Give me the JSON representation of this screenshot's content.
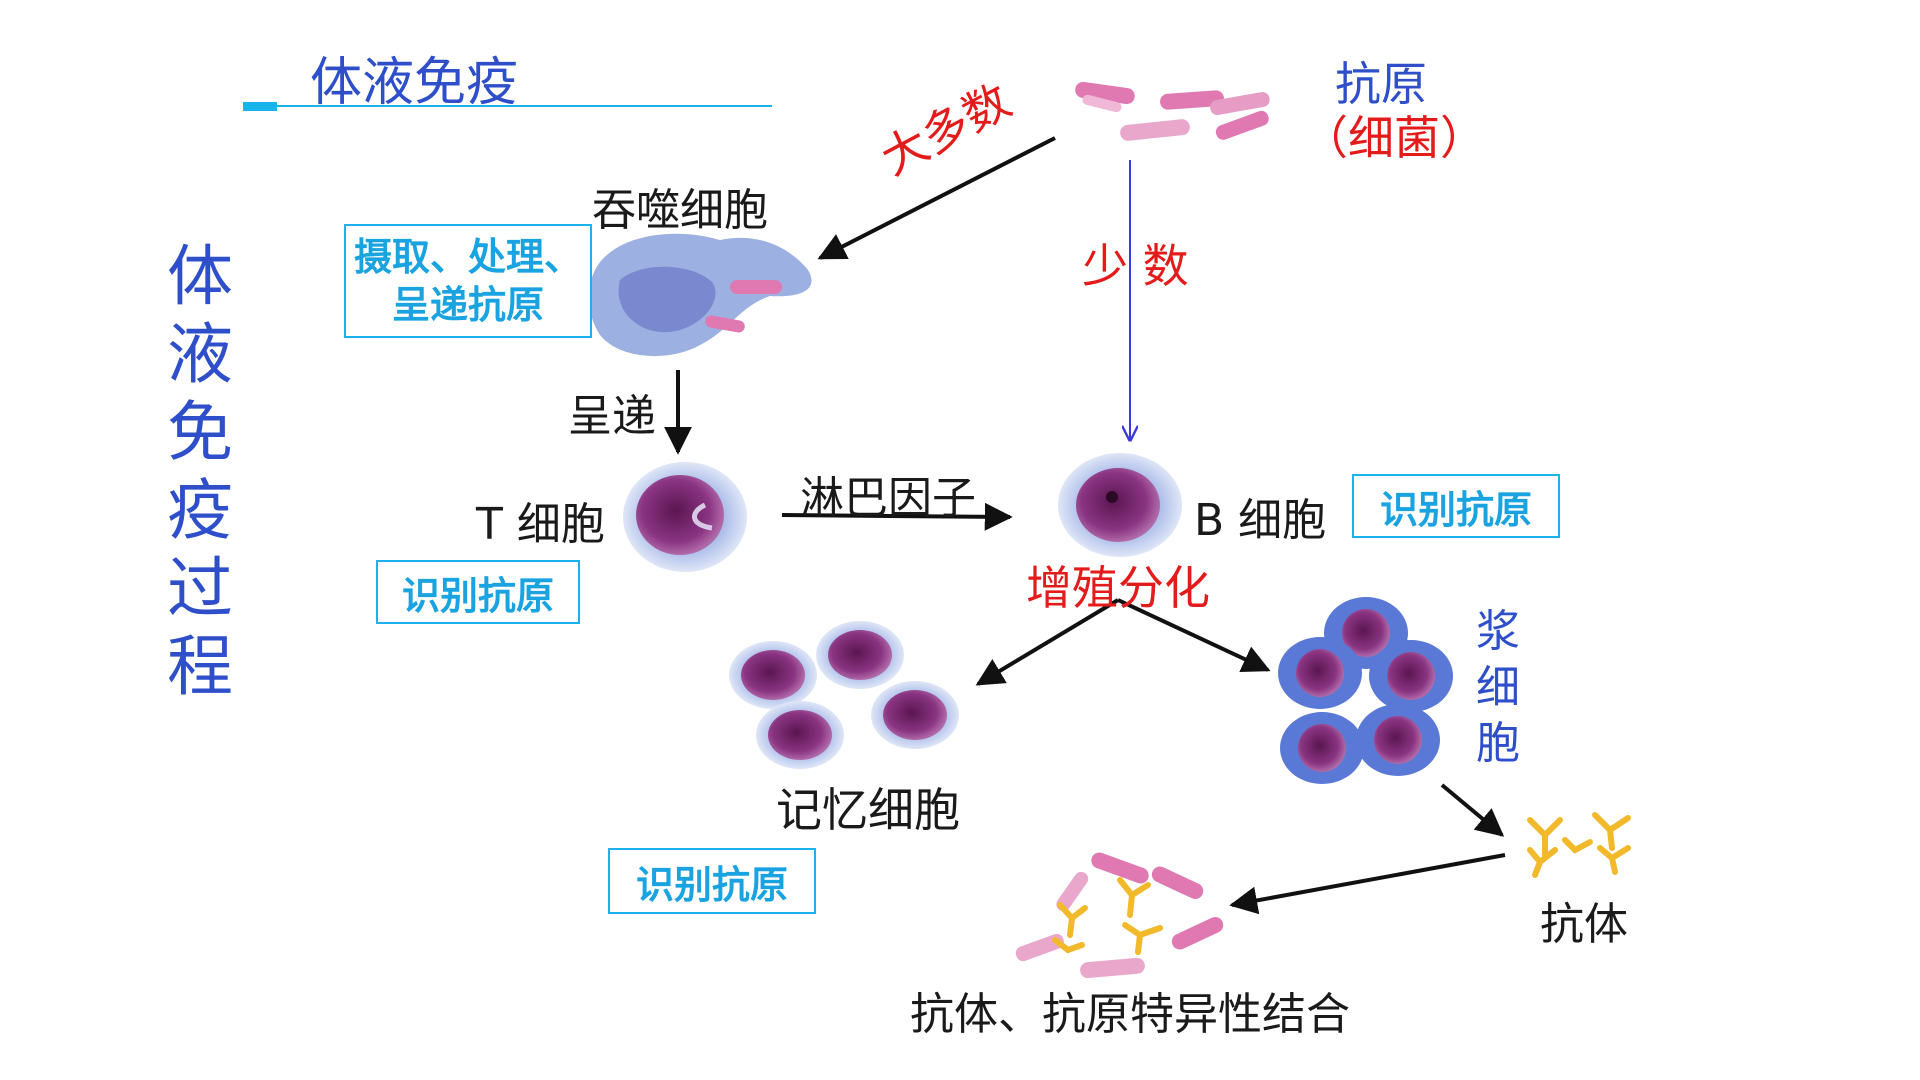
{
  "title": "体液免疫",
  "vertical_title": "体液免疫过程",
  "antigen": {
    "label": "抗原",
    "sub": "（细菌）"
  },
  "majority": "大多数",
  "minority": "少 数",
  "phagocyte": "吞噬细胞",
  "box_process": "摄取、处理、呈递抗原",
  "present": "呈递",
  "t_cell": "T 细胞",
  "lymphokine": "淋巴因子",
  "b_cell": "B 细胞",
  "box_recognize_b": "识别抗原",
  "box_recognize_t": "识别抗原",
  "box_recognize_memory": "识别抗原",
  "proliferate": "增殖分化",
  "memory_cell": "记忆细胞",
  "plasma_cell": "浆细胞",
  "antibody": "抗体",
  "binding": "抗体、抗原特异性结合",
  "colors": {
    "title_blue": "#2e4fc9",
    "highlight_red": "#e41b1b",
    "box_cyan": "#19b4ec",
    "cell_purple": "#7a2870",
    "cell_halo": "#b9c6e8",
    "bacteria_pink": "#e079b2",
    "antibody_yellow": "#f2b92a"
  }
}
